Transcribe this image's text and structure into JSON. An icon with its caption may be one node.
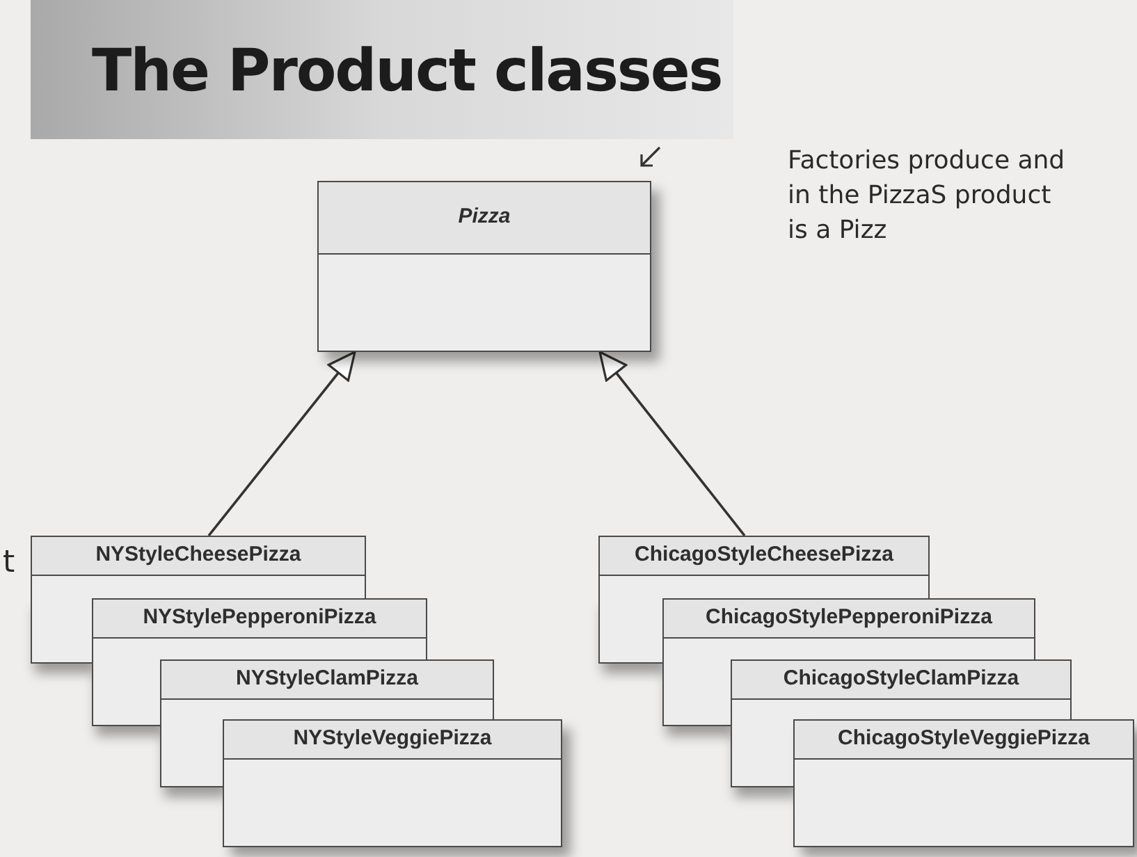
{
  "diagram": {
    "title": "The Product classes",
    "nodes": [
      {
        "text": [
          "Pizza"
        ]
      },
      {
        "text": [
          "NYStyleCheesePizza"
        ]
      },
      {
        "text": [
          "NYStylePepperoniPizza"
        ]
      },
      {
        "text": [
          "NYStyleClamPizza"
        ]
      },
      {
        "text": [
          "NYStyleVeggiePizza"
        ]
      },
      {
        "text": [
          "ChicagoStyleCheesePizza"
        ]
      },
      {
        "text": [
          "ChicagoStylePepperoniPizza"
        ]
      },
      {
        "text": [
          "ChicagoStyleClamPizza"
        ]
      },
      {
        "text": [
          "ChicagoStyleVeggiePizza"
        ]
      }
    ],
    "edges": [
      {
        "from": 1,
        "to": 0,
        "arrow": "to"
      },
      {
        "from": 5,
        "to": 0,
        "arrow": "to"
      }
    ],
    "labels": [
      "Factories produce and in the PizzaS product is a Pizz",
      "t"
    ]
  }
}
